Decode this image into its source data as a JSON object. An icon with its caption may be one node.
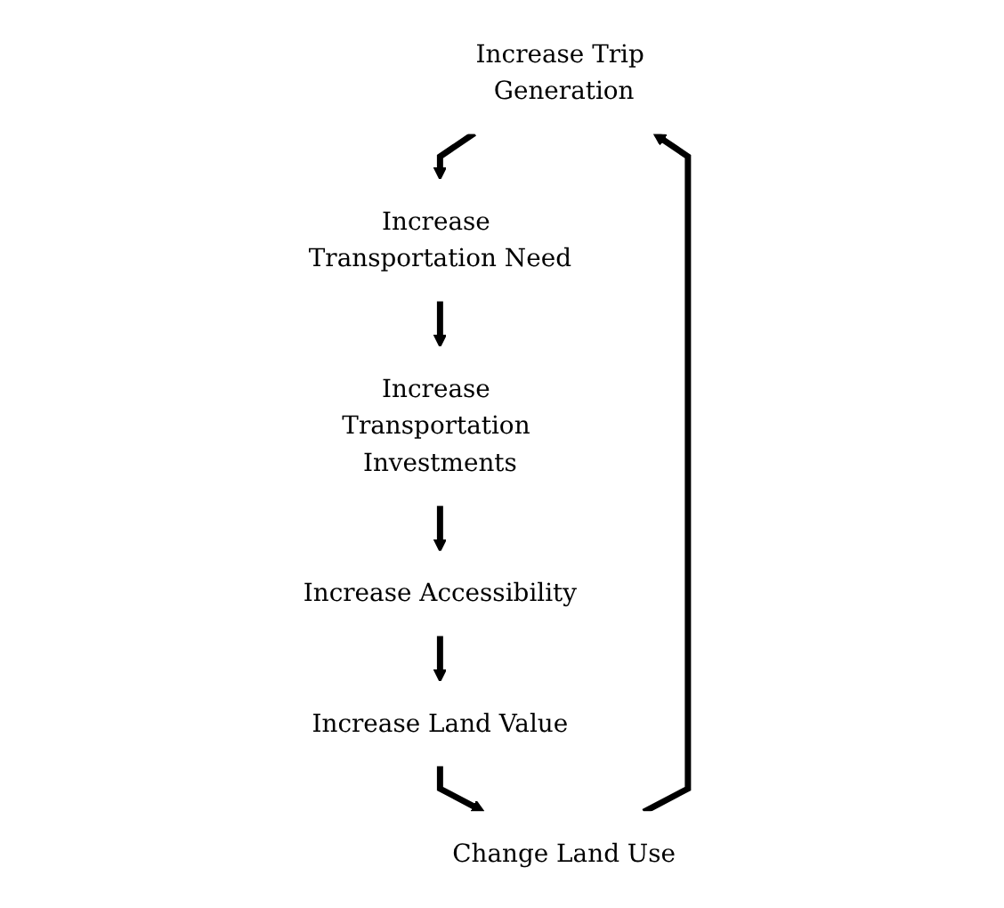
{
  "diagram": {
    "nodes": [
      {
        "text": [
          "Increase Trip Generation"
        ]
      },
      {
        "text": [
          "Increase Transportation Need"
        ]
      },
      {
        "text": [
          "Increase Transportation Investments"
        ]
      },
      {
        "text": [
          "Increase Accessibility"
        ]
      },
      {
        "text": [
          "Increase Land Value"
        ]
      },
      {
        "text": [
          "Change Land Use"
        ]
      }
    ],
    "edges": [
      {
        "from": 0,
        "to": 1,
        "arrow": "to"
      },
      {
        "from": 1,
        "to": 2,
        "arrow": "to"
      },
      {
        "from": 2,
        "to": 3,
        "arrow": "to"
      },
      {
        "from": 3,
        "to": 4,
        "arrow": "to"
      },
      {
        "from": 4,
        "to": 5,
        "arrow": "to"
      },
      {
        "from": 5,
        "to": 0,
        "arrow": "to"
      }
    ]
  }
}
